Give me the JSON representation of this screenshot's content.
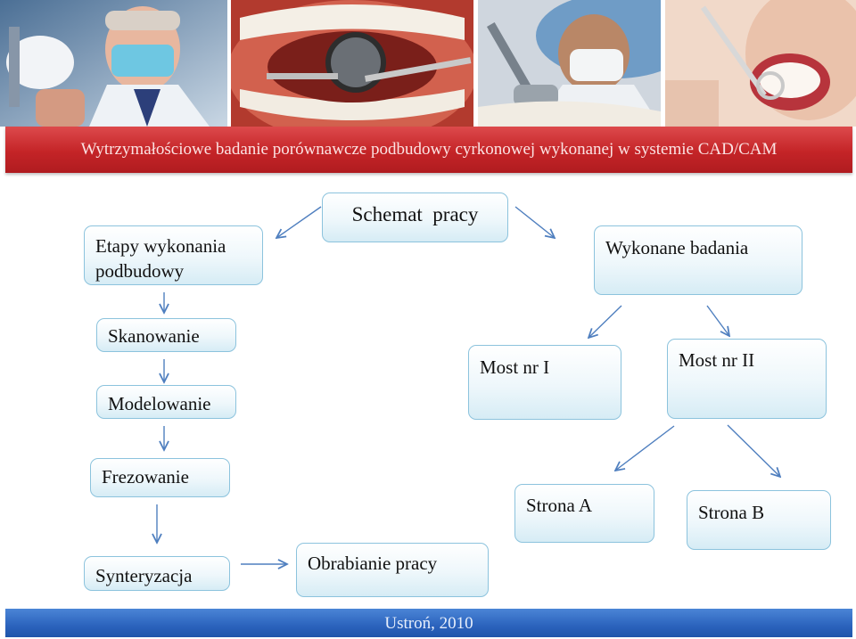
{
  "header": {
    "title": "Wytrzymałościowe badanie porównawcze podbudowy cyrkonowej wykonanej w systemie CAD/CAM",
    "photos": [
      "dentist-with-mask-photo",
      "open-mouth-mirror-photo",
      "masked-dentist-drill-photo",
      "dental-exam-photo"
    ]
  },
  "diagram": {
    "root": "Schemat  pracy",
    "left_branch": {
      "title": "Etapy wykonania podbudowy",
      "steps": [
        "Skanowanie",
        "Modelowanie",
        "Frezowanie",
        "Synteryzacja",
        "Obrabianie pracy"
      ]
    },
    "right_branch": {
      "title": "Wykonane badania",
      "bridges": [
        "Most nr I",
        "Most nr II"
      ],
      "sides": [
        "Strona A",
        "Strona B"
      ]
    }
  },
  "footer": {
    "text": "Ustroń, 2010"
  },
  "colors": {
    "title_bar": "#c42427",
    "footer_bar": "#2b63bd",
    "box_border": "#8cc3dd",
    "arrow": "#4f7fbf"
  }
}
